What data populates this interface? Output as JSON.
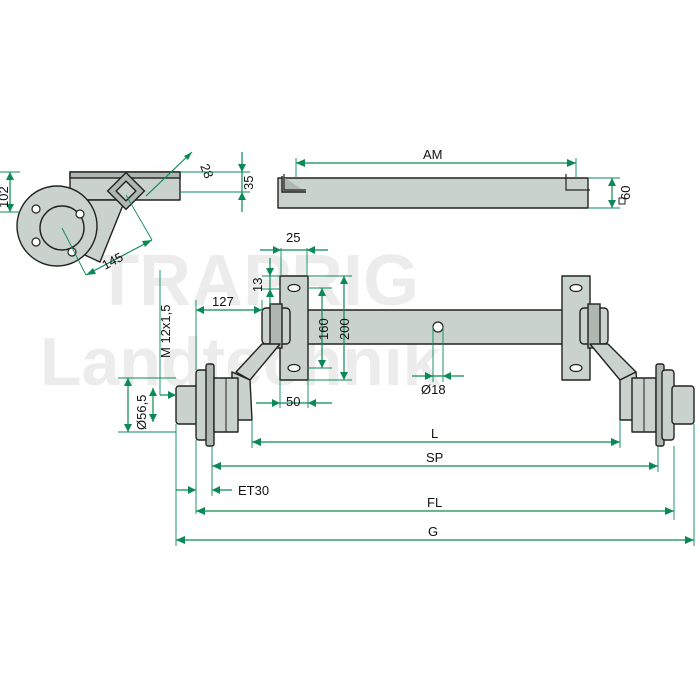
{
  "watermark": {
    "line1": "TRAPRIG",
    "line2": "Landtechnik"
  },
  "colors": {
    "dimension": "#0b8a55",
    "part_fill": "#c9d2cc",
    "outline": "#222222"
  },
  "labels": {
    "am": "AM",
    "d60": "60",
    "d102": "102",
    "d28": "28",
    "d35": "35",
    "d145": "145",
    "d25": "25",
    "d13": "13",
    "d127": "127",
    "d160": "160",
    "d200": "200",
    "thread": "M 12x1,5",
    "d56": "Ø56,5",
    "d50": "50",
    "d18": "Ø18",
    "l": "L",
    "sp": "SP",
    "et": "ET30",
    "fl": "FL",
    "g": "G"
  }
}
